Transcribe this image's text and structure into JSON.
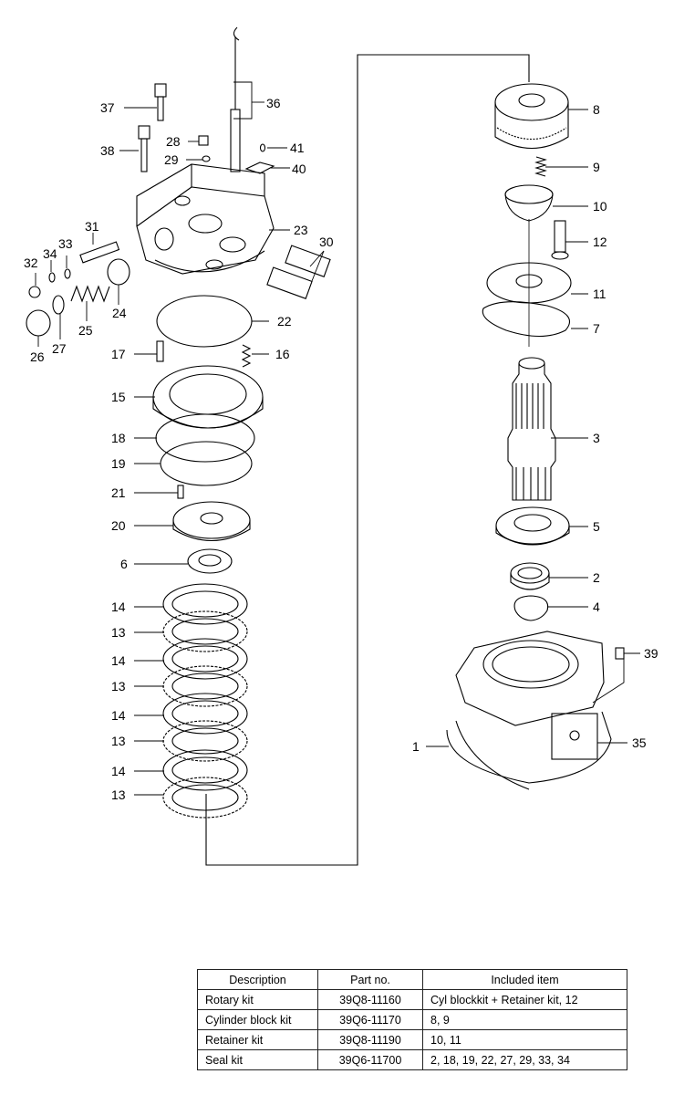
{
  "diagram": {
    "callouts": [
      {
        "id": "c37",
        "label": "37"
      },
      {
        "id": "c36",
        "label": "36"
      },
      {
        "id": "c38",
        "label": "38"
      },
      {
        "id": "c28",
        "label": "28"
      },
      {
        "id": "c41",
        "label": "41"
      },
      {
        "id": "c29",
        "label": "29"
      },
      {
        "id": "c40",
        "label": "40"
      },
      {
        "id": "c31",
        "label": "31"
      },
      {
        "id": "c23",
        "label": "23"
      },
      {
        "id": "c34",
        "label": "34"
      },
      {
        "id": "c33",
        "label": "33"
      },
      {
        "id": "c30",
        "label": "30"
      },
      {
        "id": "c32",
        "label": "32"
      },
      {
        "id": "c24",
        "label": "24"
      },
      {
        "id": "c25",
        "label": "25"
      },
      {
        "id": "c27",
        "label": "27"
      },
      {
        "id": "c26",
        "label": "26"
      },
      {
        "id": "c22",
        "label": "22"
      },
      {
        "id": "c17",
        "label": "17"
      },
      {
        "id": "c16",
        "label": "16"
      },
      {
        "id": "c15",
        "label": "15"
      },
      {
        "id": "c18",
        "label": "18"
      },
      {
        "id": "c19",
        "label": "19"
      },
      {
        "id": "c21",
        "label": "21"
      },
      {
        "id": "c20",
        "label": "20"
      },
      {
        "id": "c6",
        "label": "6"
      },
      {
        "id": "c14a",
        "label": "14"
      },
      {
        "id": "c13a",
        "label": "13"
      },
      {
        "id": "c14b",
        "label": "14"
      },
      {
        "id": "c13b",
        "label": "13"
      },
      {
        "id": "c14c",
        "label": "14"
      },
      {
        "id": "c13c",
        "label": "13"
      },
      {
        "id": "c14d",
        "label": "14"
      },
      {
        "id": "c13d",
        "label": "13"
      },
      {
        "id": "c8",
        "label": "8"
      },
      {
        "id": "c9",
        "label": "9"
      },
      {
        "id": "c10",
        "label": "10"
      },
      {
        "id": "c12",
        "label": "12"
      },
      {
        "id": "c11",
        "label": "11"
      },
      {
        "id": "c7",
        "label": "7"
      },
      {
        "id": "c3",
        "label": "3"
      },
      {
        "id": "c5",
        "label": "5"
      },
      {
        "id": "c2",
        "label": "2"
      },
      {
        "id": "c4",
        "label": "4"
      },
      {
        "id": "c39",
        "label": "39"
      },
      {
        "id": "c1",
        "label": "1"
      },
      {
        "id": "c35",
        "label": "35"
      }
    ]
  },
  "kit_table": {
    "headers": {
      "description": "Description",
      "part_no": "Part no.",
      "included": "Included item"
    },
    "rows": [
      {
        "description": "Rotary kit",
        "part_no": "39Q8-11160",
        "included": "Cyl blockkit + Retainer kit, 12"
      },
      {
        "description": "Cylinder block kit",
        "part_no": "39Q6-11170",
        "included": "8, 9"
      },
      {
        "description": "Retainer kit",
        "part_no": "39Q8-11190",
        "included": "10, 11"
      },
      {
        "description": "Seal kit",
        "part_no": "39Q6-11700",
        "included": "2, 18, 19, 22, 27, 29, 33, 34"
      }
    ]
  }
}
